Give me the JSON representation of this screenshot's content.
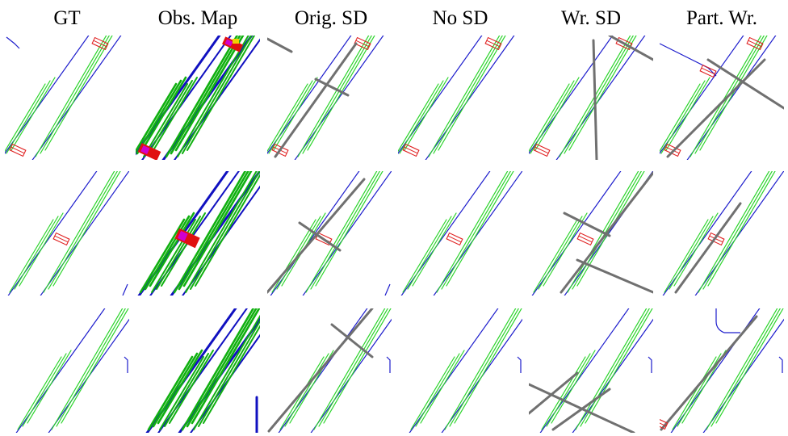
{
  "columns": [
    {
      "key": "gt",
      "title": "GT"
    },
    {
      "key": "obs",
      "title": "Obs. Map"
    },
    {
      "key": "orig",
      "title": "Orig. SD"
    },
    {
      "key": "nosd",
      "title": "No SD"
    },
    {
      "key": "wrsd",
      "title": "Wr. SD"
    },
    {
      "key": "partwr",
      "title": "Part. Wr."
    }
  ],
  "rows": 3,
  "colors": {
    "road_boundary": "#1c1ccc",
    "lane_divider": "#2ad42a",
    "crosswalk": "#e02020",
    "sd_map": "#707070",
    "obs_blue": "#1010c0",
    "obs_green": "#10b010",
    "obs_red": "#e01010",
    "obs_magenta": "#d000d0",
    "obs_yellow": "#f0d000"
  }
}
